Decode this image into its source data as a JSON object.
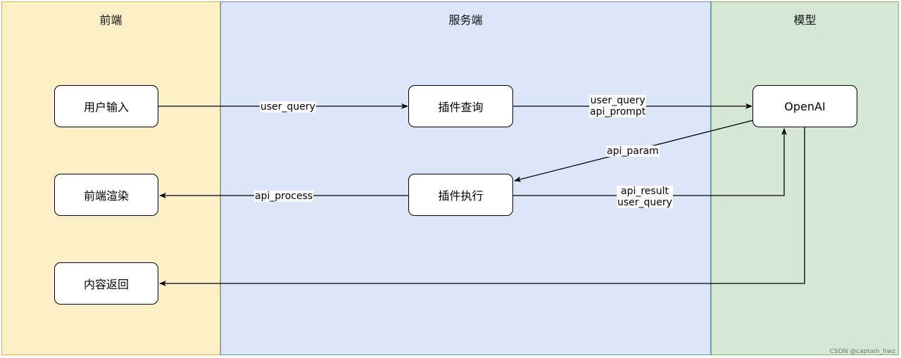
{
  "lanes": {
    "frontend": "前端",
    "server": "服务端",
    "model": "模型"
  },
  "nodes": {
    "user_input": "用户输入",
    "frontend_render": "前端渲染",
    "content_return": "内容返回",
    "plugin_query": "插件查询",
    "plugin_exec": "插件执行",
    "openai": "OpenAI"
  },
  "edges": {
    "input_to_query": "user_query",
    "query_to_openai_1": "user_query",
    "query_to_openai_2": "api_prompt",
    "openai_to_exec": "api_param",
    "exec_to_render": "api_process",
    "exec_to_openai_1": "api_result",
    "exec_to_openai_2": "user_query"
  },
  "watermark": "CSDN @captain_hwz"
}
